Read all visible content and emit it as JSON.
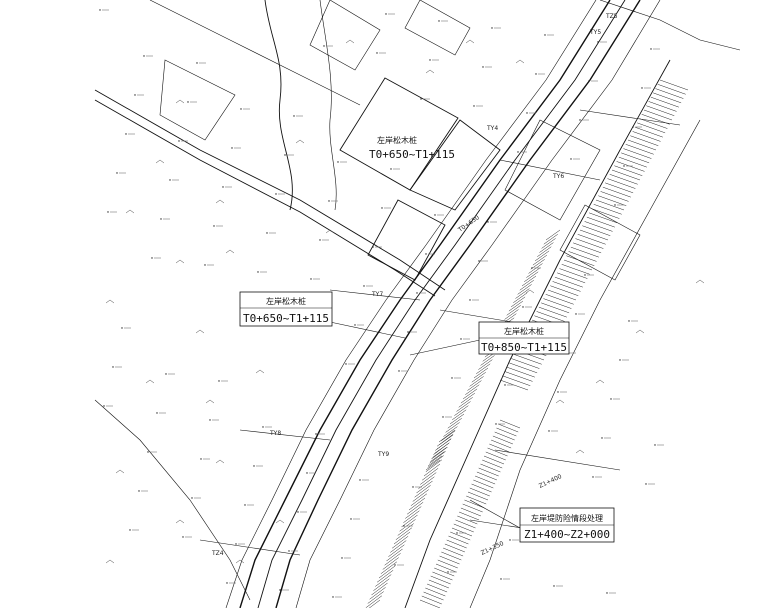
{
  "labels": {
    "upper_box": {
      "title": "左岸松木桩",
      "range": "T0+650~T1+115"
    },
    "middle_box": {
      "title": "左岸松木桩",
      "range": "T0+650~T1+115"
    },
    "right_box": {
      "title": "左岸松木桩",
      "range": "T0+850~T1+115"
    },
    "bottom_box": {
      "title": "左岸堤防险情段处理",
      "range": "Z1+400~Z2+000"
    }
  },
  "section_tags": [
    "TY5",
    "TY4",
    "TY6",
    "TY7",
    "TY8",
    "TY9",
    "TZ4",
    "TZ5",
    "T0+650",
    "Z1+400",
    "Z1+350"
  ],
  "icon_name": "vegetation-symbol"
}
